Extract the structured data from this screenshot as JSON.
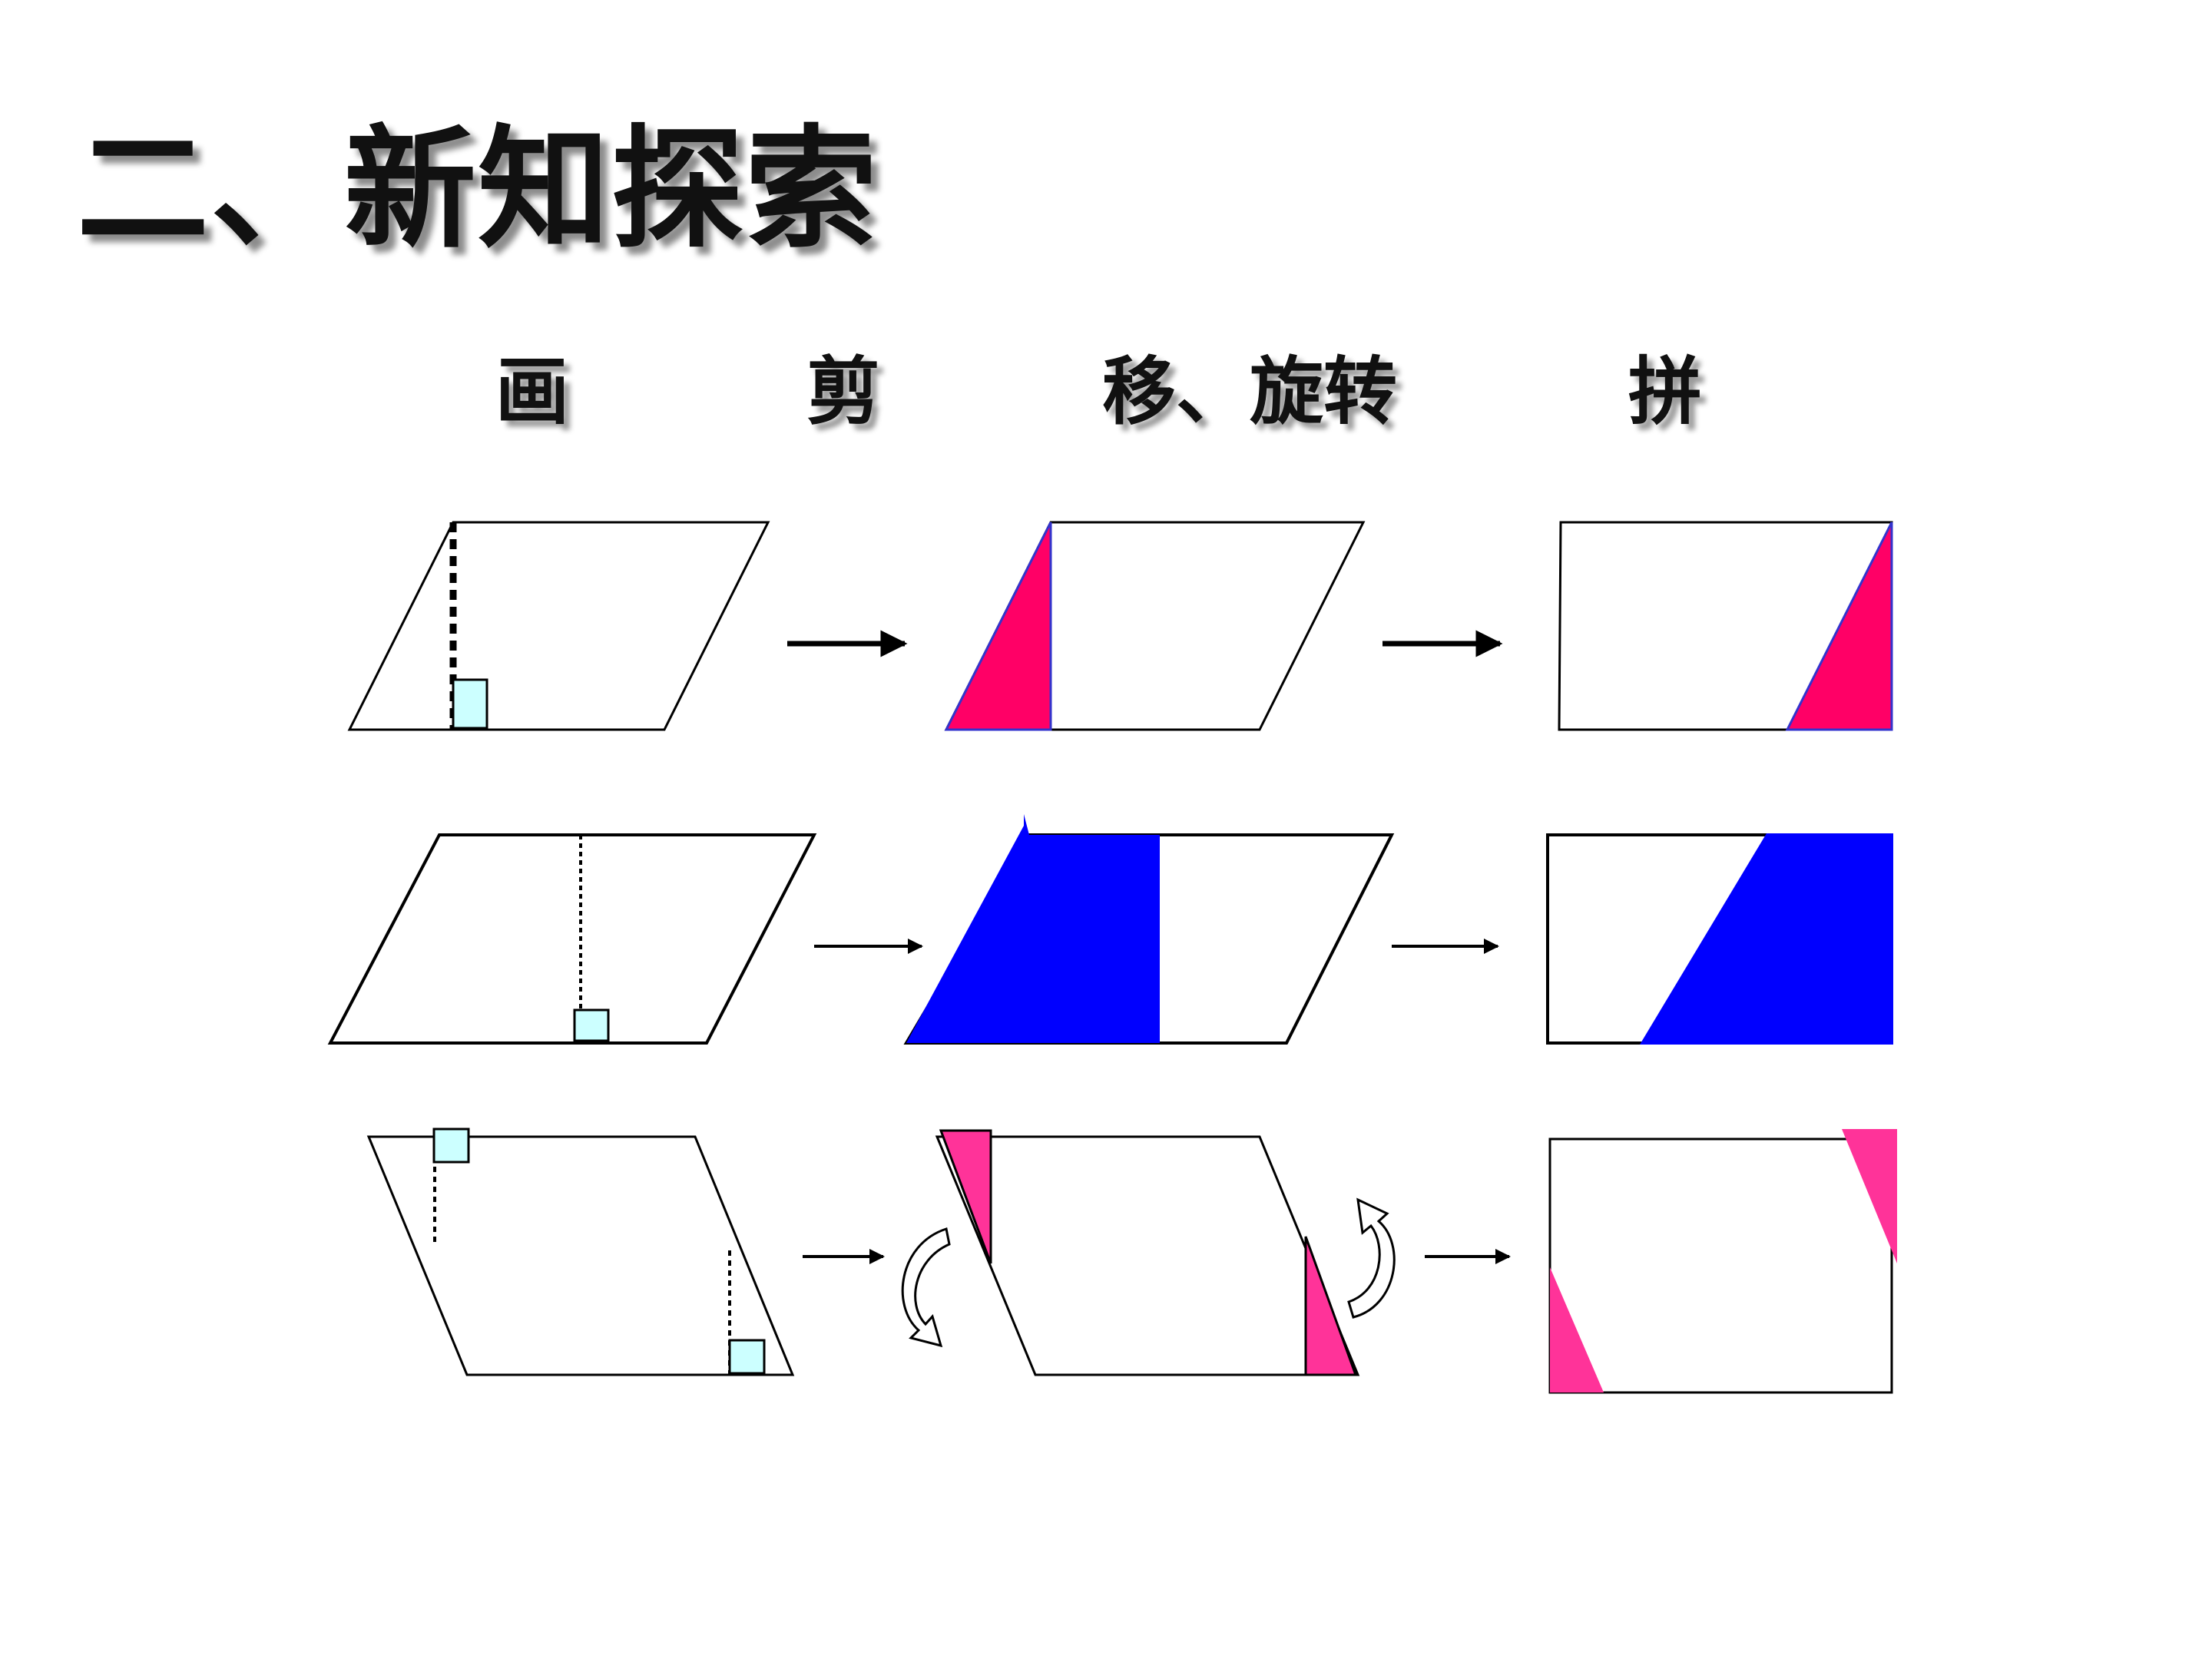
{
  "title": "二、新知探索",
  "steps": {
    "draw": "画",
    "cut": "剪",
    "move_rotate": "移、旋转",
    "join": "拼"
  },
  "colors": {
    "piece_red": "#ff0066",
    "piece_blue": "#0000ff",
    "piece_pink": "#ff3399",
    "right_angle_mark": "#ccffff",
    "outline": "#000000",
    "arrow": "#000000"
  },
  "icons": [
    "right-arrow-icon",
    "curved-rotate-arrow-icon",
    "right-angle-icon"
  ]
}
